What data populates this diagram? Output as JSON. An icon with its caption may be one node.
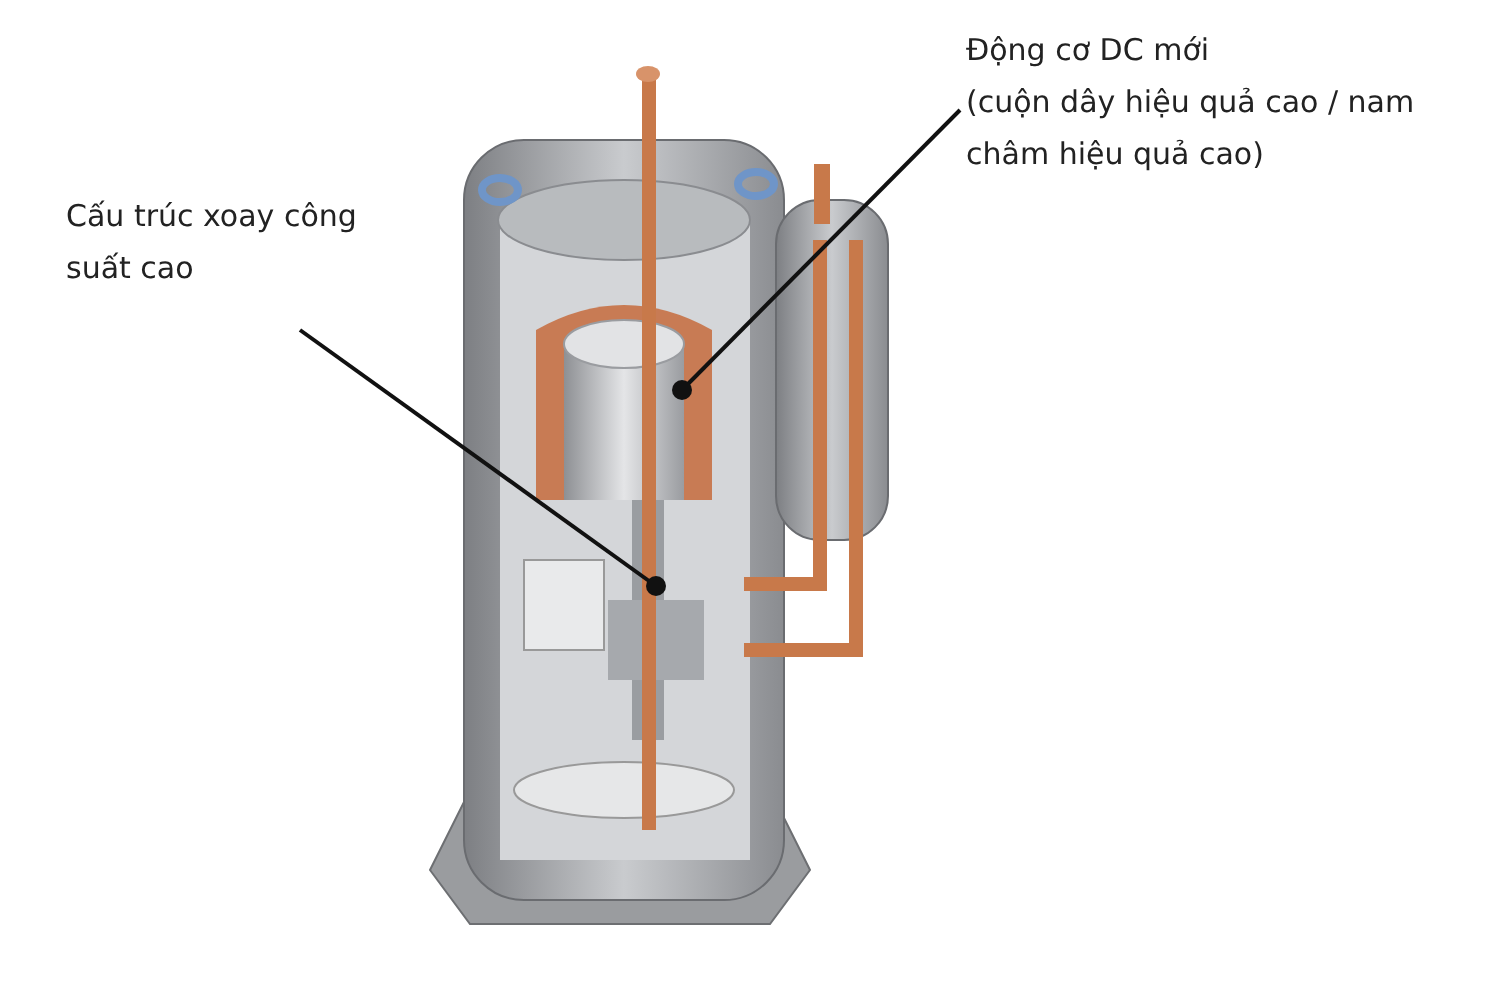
{
  "diagram": {
    "nodes": [
      {
        "text": [
          "Động cơ DC mới",
          "(cuộn dây hiệu quả cao / nam châm hiệu quả cao)"
        ]
      },
      {
        "text": [
          "Cấu trúc xoay công suất cao"
        ]
      }
    ],
    "edges": [
      {
        "from": 0,
        "to": null,
        "arrow": "other"
      },
      {
        "from": 1,
        "to": null,
        "arrow": "other"
      }
    ]
  }
}
